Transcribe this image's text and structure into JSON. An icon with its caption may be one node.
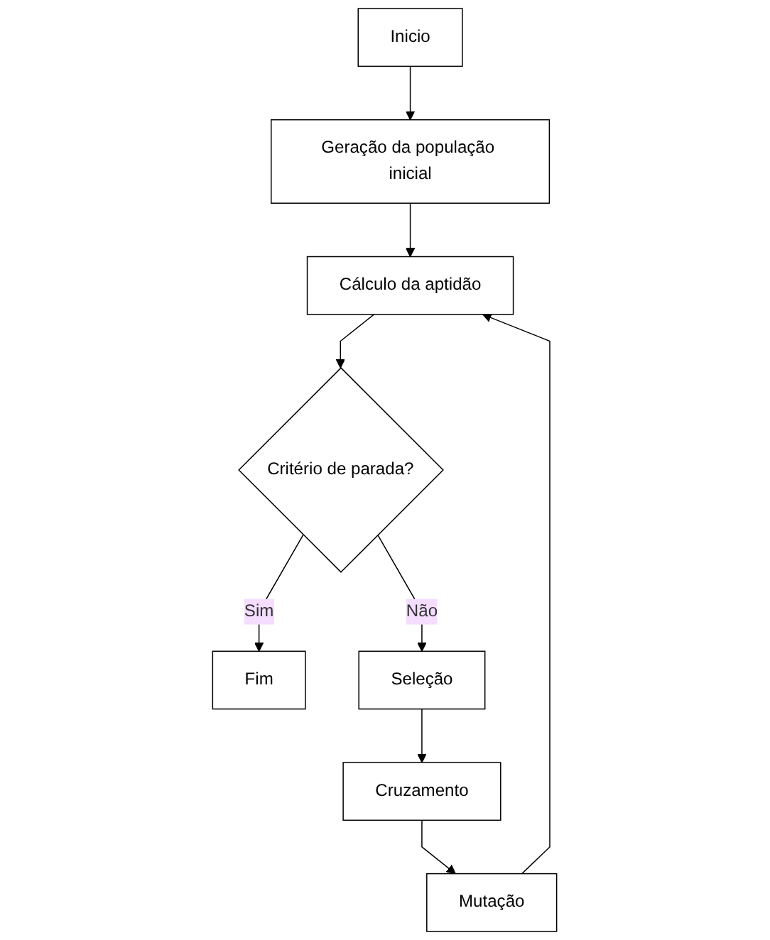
{
  "diagram": {
    "nodes": [
      {
        "text": [
          "Inicio"
        ]
      },
      {
        "text": [
          "Geração da população inicial"
        ]
      },
      {
        "text": [
          "Cálculo da aptidão"
        ]
      },
      {
        "text": [
          "Critério de parada?"
        ]
      },
      {
        "text": [
          "Fim"
        ]
      },
      {
        "text": [
          "Seleção"
        ]
      },
      {
        "text": [
          "Cruzamento"
        ]
      },
      {
        "text": [
          "Mutação"
        ]
      }
    ],
    "edges": [
      {
        "from": 0,
        "to": 1,
        "arrow": "to"
      },
      {
        "from": 1,
        "to": 2,
        "arrow": "to"
      },
      {
        "from": 2,
        "to": 3,
        "arrow": "to"
      },
      {
        "from": 3,
        "to": 4,
        "label": "Sim",
        "arrow": "to"
      },
      {
        "from": 3,
        "to": 5,
        "label": "Não",
        "arrow": "to"
      },
      {
        "from": 5,
        "to": 6,
        "arrow": "to"
      },
      {
        "from": 6,
        "to": 7,
        "arrow": "to"
      },
      {
        "from": 7,
        "to": 2,
        "arrow": "to"
      }
    ]
  }
}
